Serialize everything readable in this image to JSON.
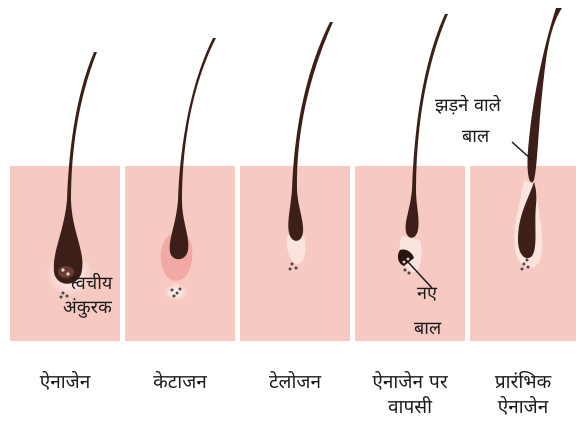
{
  "stages": [
    {
      "label": "ऐनाजेन"
    },
    {
      "label": "केटाजन"
    },
    {
      "label": "टेलोजन"
    },
    {
      "label": "ऐनाजेन पर",
      "label2": "वापसी"
    },
    {
      "label": "प्रारंभिक",
      "label2": "ऐनाजेन"
    }
  ],
  "callouts": {
    "papilla": {
      "line1": "त्वचीय",
      "line2": "अंकुरक"
    },
    "new_hair": {
      "line1": "नए",
      "line2": "बाल"
    },
    "shedding": {
      "line1": "झड़ने वाले",
      "line2": "बाल"
    }
  },
  "colors": {
    "skin": "#f6c9c2",
    "skin_light": "#fbe3de",
    "hair": "#3d1f1a",
    "bulb_light": "#f2a9a6",
    "dots": "#4a4a4a"
  }
}
